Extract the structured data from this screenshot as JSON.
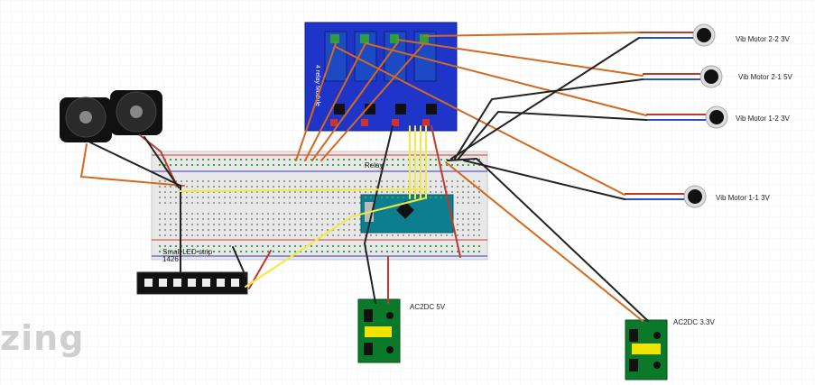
{
  "watermark": "zing",
  "labels": {
    "relay_board": "4 relay Module",
    "relay_section": "Relay",
    "led_strip": "Small LED strip",
    "led_strip_num": "1426",
    "psu_5v": "AC2DC 5V",
    "psu_33v": "AC2DC 3.3V",
    "motor_22": "Vib Motor 2-2 3V",
    "motor_21": "Vib Motor 2-1 5V",
    "motor_12": "Vib Motor 1-2 3V",
    "motor_11": "Vib Motor 1-1 3V"
  },
  "colors": {
    "wire_orange": "#d2691e",
    "wire_black": "#222222",
    "wire_red": "#c0392b",
    "wire_yellow": "#f2ea3c",
    "relay_blue": "#1f35c9",
    "arduino_teal": "#0b7f8f",
    "psu_green": "#0a7a2a",
    "breadboard": "#e9e9e9"
  }
}
